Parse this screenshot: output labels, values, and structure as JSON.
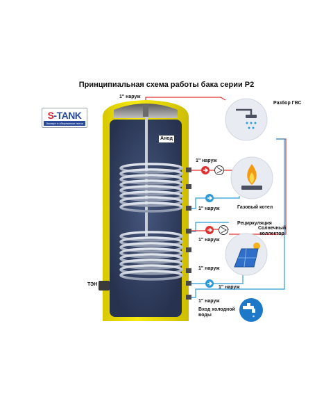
{
  "title": "Принципиальная схема работы бака серии P2",
  "logo": {
    "name": "S-TANK",
    "name_accent": "S",
    "name_rest": "-TANK",
    "tagline": "Эксперт в сбережении тепла"
  },
  "labels": {
    "top_outlet": "1\" наруж",
    "anode": "Анод",
    "boiler_supply": "1\" наруж",
    "boiler_return": "1\" наруж",
    "recirculation": "Рециркуляция",
    "solar_supply": "1\" наруж",
    "solar_return": "1\" наруж",
    "bottom_return": "1\" наруж",
    "cold_inlet": "1\" наруж",
    "heater": "ТЭН"
  },
  "devices": {
    "hot_water": "Разбор ГВС",
    "gas_boiler": "Газовый котел",
    "solar": "Солнечный\nколлектор",
    "cold_water": "Вход холодной\nводы"
  },
  "colors": {
    "tank_yellow": "#f2e200",
    "tank_inner": "#2c3a5c",
    "coil": "#b7bfd0",
    "hot_line": "#e03030",
    "cold_line": "#2a9ad8",
    "logo_blue": "#2a4a9a",
    "logo_red": "#d2232a"
  },
  "icons": [
    "shower-icon",
    "gas-flame-icon",
    "solar-panel-icon",
    "faucet-icon",
    "pump-icon",
    "arrow-icon"
  ]
}
